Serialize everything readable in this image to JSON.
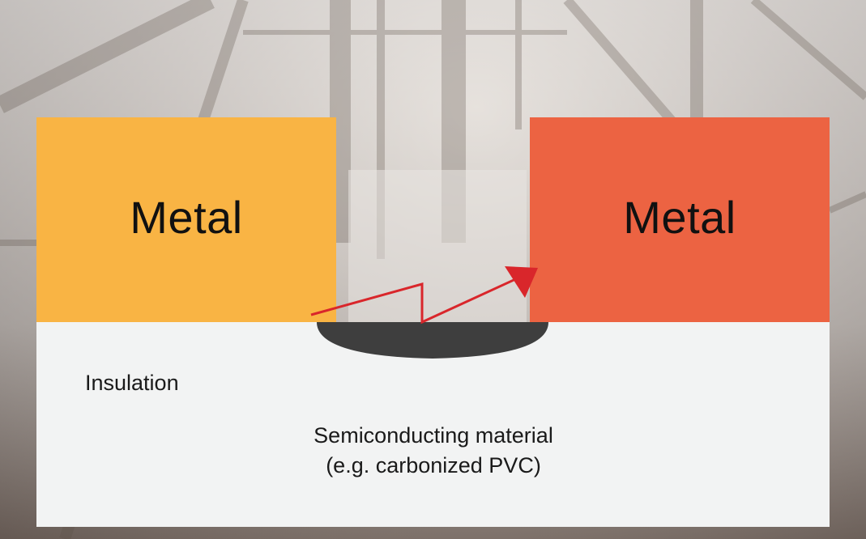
{
  "diagram": {
    "left_box": {
      "label": "Metal",
      "color": "#f9b444"
    },
    "right_box": {
      "label": "Metal",
      "color": "#ec6342"
    },
    "insulation_label": "Insulation",
    "semiconducting_line1": "Semiconducting material",
    "semiconducting_line2": "(e.g. carbonized PVC)",
    "arrow_color": "#d9262b",
    "carbon_blob_color": "#3e3e3e",
    "panel_color": "#f2f3f3"
  }
}
